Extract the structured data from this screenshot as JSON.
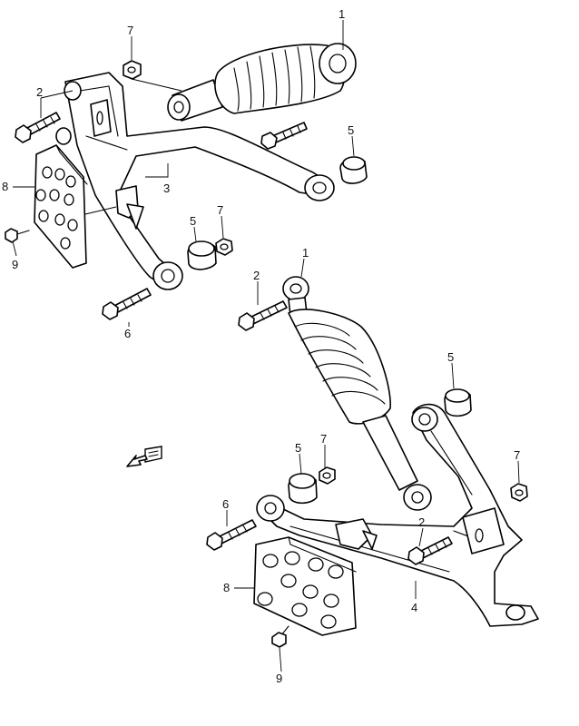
{
  "callouts": {
    "c1_top": "1",
    "c7_top": "7",
    "c2_top": "2",
    "c5_top": "5",
    "c3": "3",
    "c8_top": "8",
    "c9_top": "9",
    "c5_mid": "5",
    "c7_mid": "7",
    "c6_top": "6",
    "c1_bot": "1",
    "c2_bot_left": "2",
    "c5_right": "5",
    "c5_bot": "5",
    "c7_bot": "7",
    "c7_right": "7",
    "c6_bot": "6",
    "c2_bot_right": "2",
    "c8_bot": "8",
    "c4": "4",
    "c9_bot": "9"
  },
  "front_arrow_icon": "direction-arrow-icon",
  "colors": {
    "line": "#000000",
    "background": "#ffffff"
  }
}
